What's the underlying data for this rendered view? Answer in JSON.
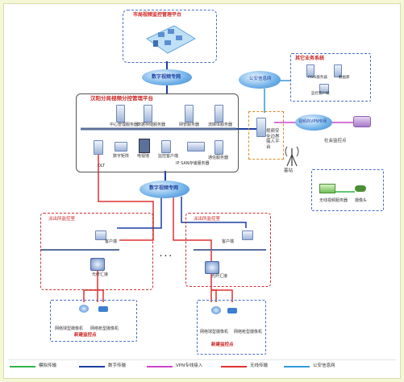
{
  "top_platform": {
    "title": "市局视频监控管理平台"
  },
  "clouds": {
    "digital_net_top": "数字视频专网",
    "digital_net_mid": "数字视频专网",
    "public_security_net": "公安信息网",
    "vpn_net": "视频商VPN专网"
  },
  "branch_platform": {
    "title": "汉阳分局视频分控管理平台",
    "servers": [
      "中心管理服务器",
      "数据存储服务器",
      "网管服务器",
      "流媒体服务器"
    ],
    "devices": [
      "OLT",
      "数字矩阵",
      "电视墙",
      "监控客户端",
      "IP SAN存储服务器",
      "通信服务器"
    ]
  },
  "security_gateway": {
    "label": "视频安全边界接入平台"
  },
  "other_systems": {
    "title": "其它业务系统",
    "items": [
      "PGIS服务器",
      "数据库",
      "监控客户端"
    ]
  },
  "social_monitor": {
    "label": "社会监控点"
  },
  "base_station": {
    "label": "基站"
  },
  "wireless": {
    "server": "无线视频服务器",
    "camera": "摄像头"
  },
  "police_left": {
    "title": "派出所监控室",
    "client": "客户端",
    "fiber": "光纤汇接"
  },
  "police_right": {
    "title": "派出所监控室",
    "client": "客户端",
    "fiber": "光纤汇接"
  },
  "sites_left": {
    "cam1": "网络球型摄像机",
    "cam2": "网络枪型摄像机",
    "title": "新建监控点"
  },
  "sites_right": {
    "cam1": "网络球型摄像机",
    "cam2": "网络枪型摄像机",
    "title": "新建监控点"
  },
  "ellipsis": "· · ·",
  "legend": [
    {
      "label": "模拟传输",
      "color": "#2fb34a"
    },
    {
      "label": "数字传输",
      "color": "#1a3fa0"
    },
    {
      "label": "VPN专线接入",
      "color": "#cc44cc"
    },
    {
      "label": "无线传输",
      "color": "#e03030"
    },
    {
      "label": "公安信息网",
      "color": "#3399dd"
    }
  ]
}
